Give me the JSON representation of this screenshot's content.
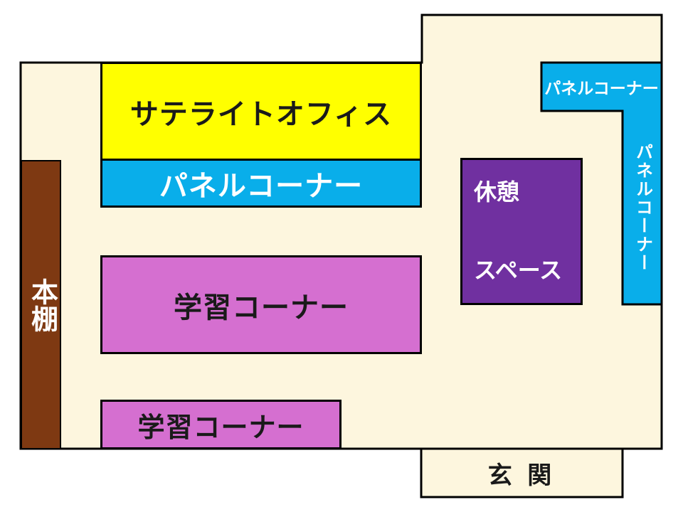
{
  "diagram": {
    "type": "floor-plan",
    "language": "ja"
  },
  "colors": {
    "page_background": "#FFFFFF",
    "floor": "#FDF6DE",
    "wall_line": "#000000",
    "satellite_office_yellow": "#FFFF00",
    "panel_corner_blue": "#09AEEA",
    "study_corner_pink": "#D56FD0",
    "rest_space_purple": "#7030A0",
    "bookshelf_brown": "#7E3912",
    "text_dark": "#1A1A1A",
    "text_light": "#FFFFFF"
  },
  "areas": {
    "satellite_office": {
      "label": "サテライトオフィス"
    },
    "panel_corner_main": {
      "label": "パネルコーナー"
    },
    "panel_corner_top": {
      "label": "パネルコーナー"
    },
    "panel_corner_side": {
      "label": "パネルコーナー"
    },
    "study_corner_1": {
      "label": "学習コーナー"
    },
    "study_corner_2": {
      "label": "学習コーナー"
    },
    "rest_space": {
      "line1": "休憩",
      "line2": "スペース"
    },
    "bookshelf": {
      "label": "本棚"
    },
    "entrance": {
      "label": "玄 関"
    }
  }
}
